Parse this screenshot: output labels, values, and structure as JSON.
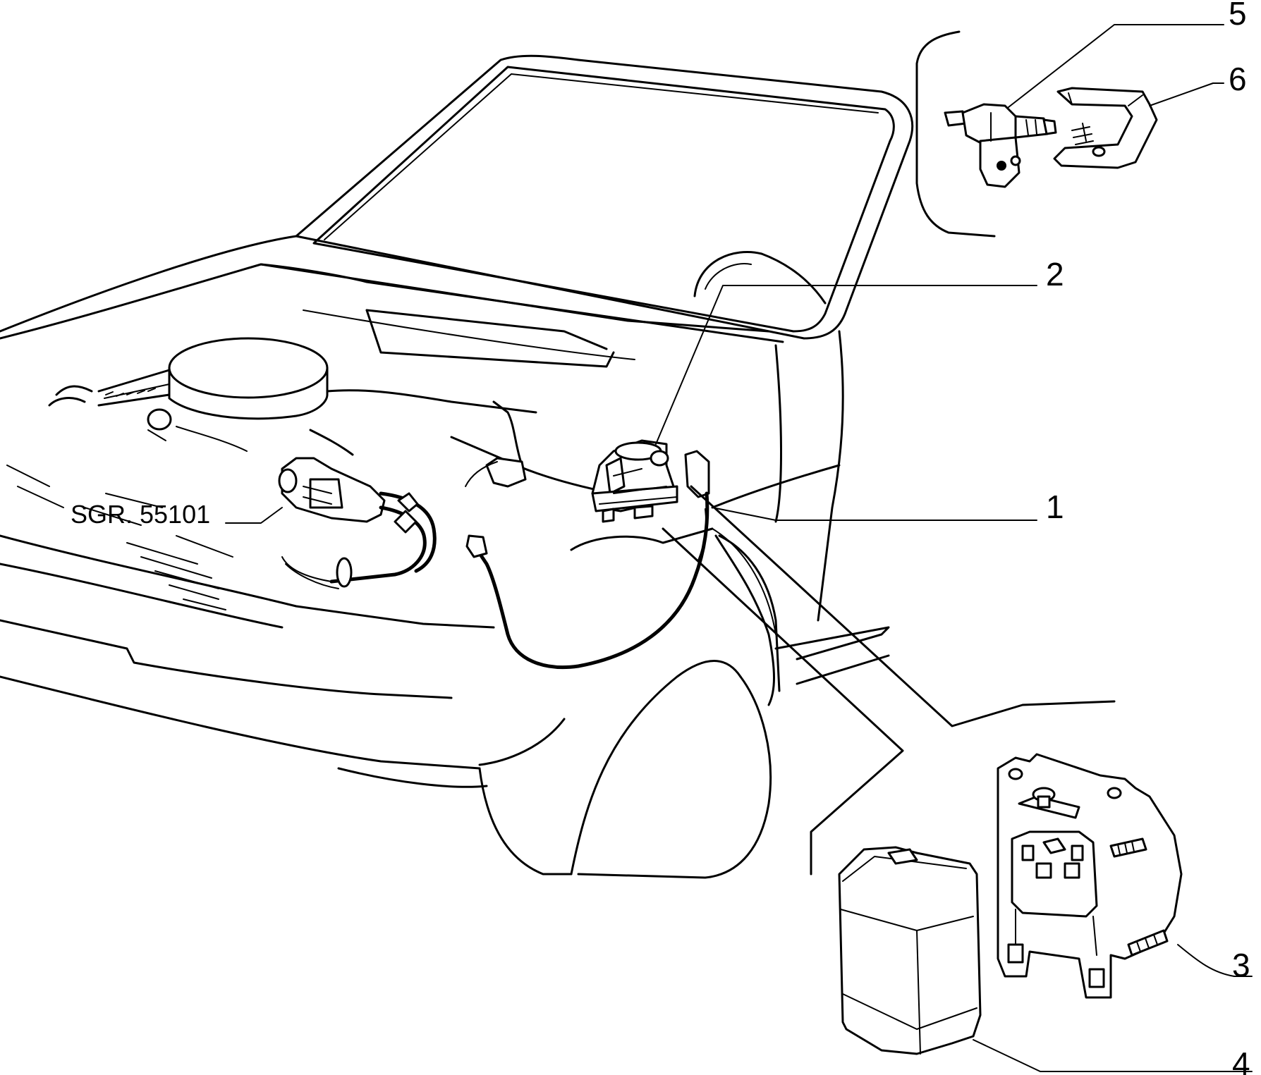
{
  "callouts": [
    {
      "id": "1",
      "text": "1"
    },
    {
      "id": "2",
      "text": "2"
    },
    {
      "id": "3",
      "text": "3"
    },
    {
      "id": "4",
      "text": "4"
    },
    {
      "id": "5",
      "text": "5"
    },
    {
      "id": "6",
      "text": "6"
    }
  ],
  "reference": {
    "text": "SGR. 55101"
  }
}
